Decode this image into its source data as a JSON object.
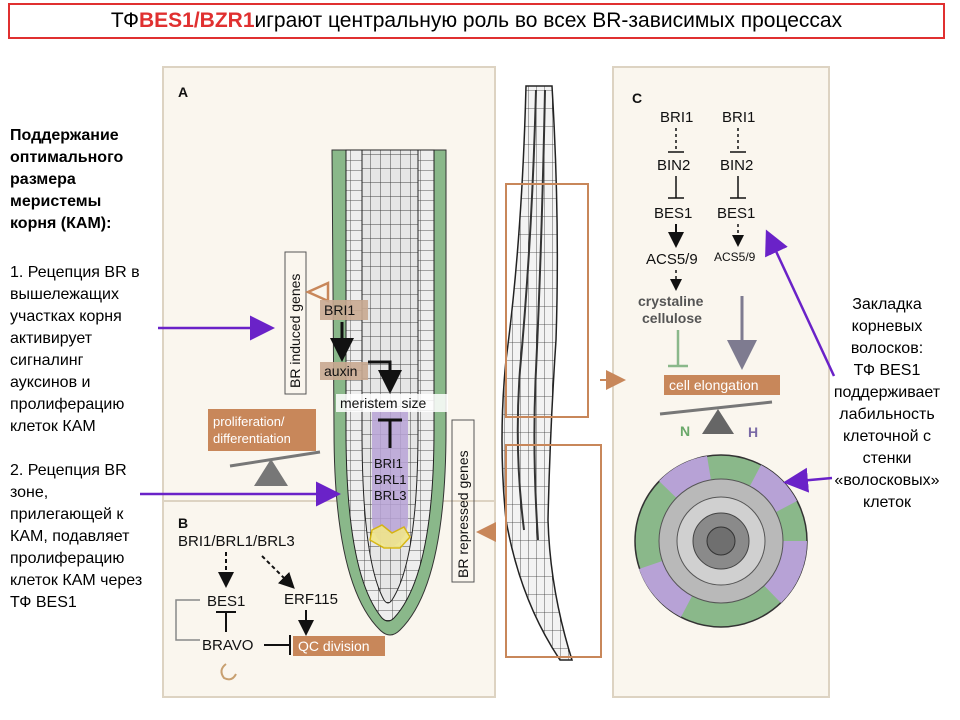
{
  "title": {
    "prefix": "ТФ ",
    "highlight": "BES1/BZR1",
    "suffix": " играют центральную роль во всех  BR-зависимых процессах"
  },
  "left": {
    "heading": [
      "Поддержание",
      "оптимального",
      "размера",
      "меристемы",
      "корня (КАМ):"
    ],
    "point1": [
      "1. Рецепция BR в",
      "вышележащих",
      "участках корня",
      "активирует",
      "сигналинг",
      "ауксинов и",
      "пролиферацию",
      "клеток КАМ"
    ],
    "point2": [
      "2. Рецепция BR",
      "зоне,",
      "прилегающей к",
      "КАМ, подавляет",
      "пролиферацию",
      "клеток КАМ через",
      "ТФ BES1"
    ]
  },
  "right": {
    "text": [
      "Закладка",
      "корневых",
      "волосков:",
      "ТФ BES1",
      "поддерживает",
      "лабильность",
      "клеточной с",
      "стенки",
      "«волосковых»",
      "клеток"
    ]
  },
  "panelA": {
    "label": "A",
    "induced": "BR induced genes",
    "repressed": "BR repressed genes",
    "bri1": "BRI1",
    "auxin": "auxin",
    "meristem": "meristem size",
    "receptors": [
      "BRI1",
      "BRL1",
      "BRL3"
    ],
    "balance": [
      "proliferation/",
      "differentiation"
    ]
  },
  "panelB": {
    "label": "B",
    "top": "BRI1/BRL1/BRL3",
    "bes1": "BES1",
    "erf": "ERF115",
    "bravo": "BRAVO",
    "qc": "QC division"
  },
  "panelC": {
    "label": "C",
    "col1": [
      "BRI1",
      "BIN2",
      "BES1",
      "ACS5/9",
      "crystaline",
      "cellulose"
    ],
    "col2": [
      "BRI1",
      "BIN2",
      "BES1",
      "ACS5/9"
    ],
    "elong": "cell elongation",
    "n": "N",
    "h": "H"
  },
  "colors": {
    "accent_red": "#e03030",
    "purple": "#6a22c8",
    "brown": "#c8875a",
    "green": "#8ab88a",
    "lavender": "#b7a2d6"
  }
}
